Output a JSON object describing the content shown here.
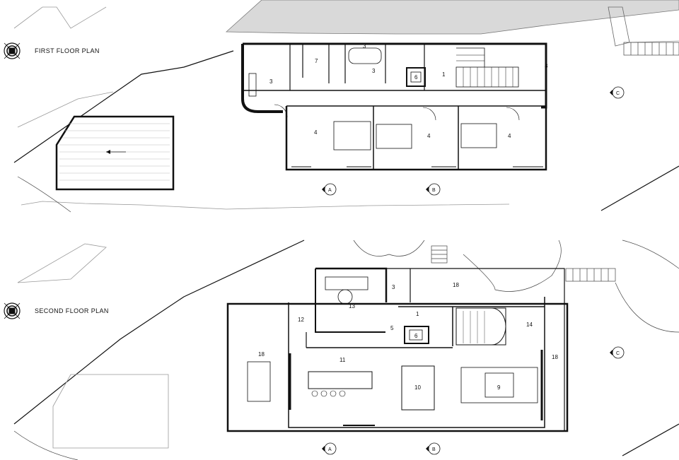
{
  "plans": {
    "first": {
      "title": "FIRST FLOOR PLAN"
    },
    "second": {
      "title": "SECOND FLOOR PLAN"
    }
  },
  "first_floor_rooms": [
    "3",
    "7",
    "3",
    "6",
    "1",
    "8",
    "4",
    "4",
    "4"
  ],
  "second_floor_rooms": [
    "3",
    "18",
    "13",
    "12",
    "1",
    "5",
    "6",
    "14",
    "18",
    "18",
    "11",
    "10",
    "9"
  ],
  "section_markers": {
    "a": "A",
    "b": "B",
    "c": "C"
  },
  "colors": {
    "line": "#1a1a1a",
    "light_line": "#9a9a9a",
    "terrain_fill": "#d9d9d9"
  }
}
